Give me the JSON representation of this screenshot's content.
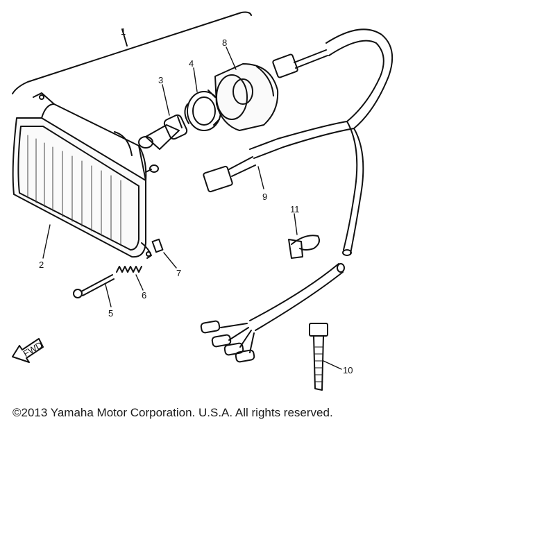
{
  "callouts": {
    "c1": "1",
    "c2": "2",
    "c3": "3",
    "c4": "4",
    "c5": "5",
    "c6": "6",
    "c7": "7",
    "c8": "8",
    "c9": "9",
    "c10": "10",
    "c11": "11"
  },
  "fwd_label": "FWD",
  "copyright": "©2013 Yamaha Motor Corporation. U.S.A. All rights reserved."
}
